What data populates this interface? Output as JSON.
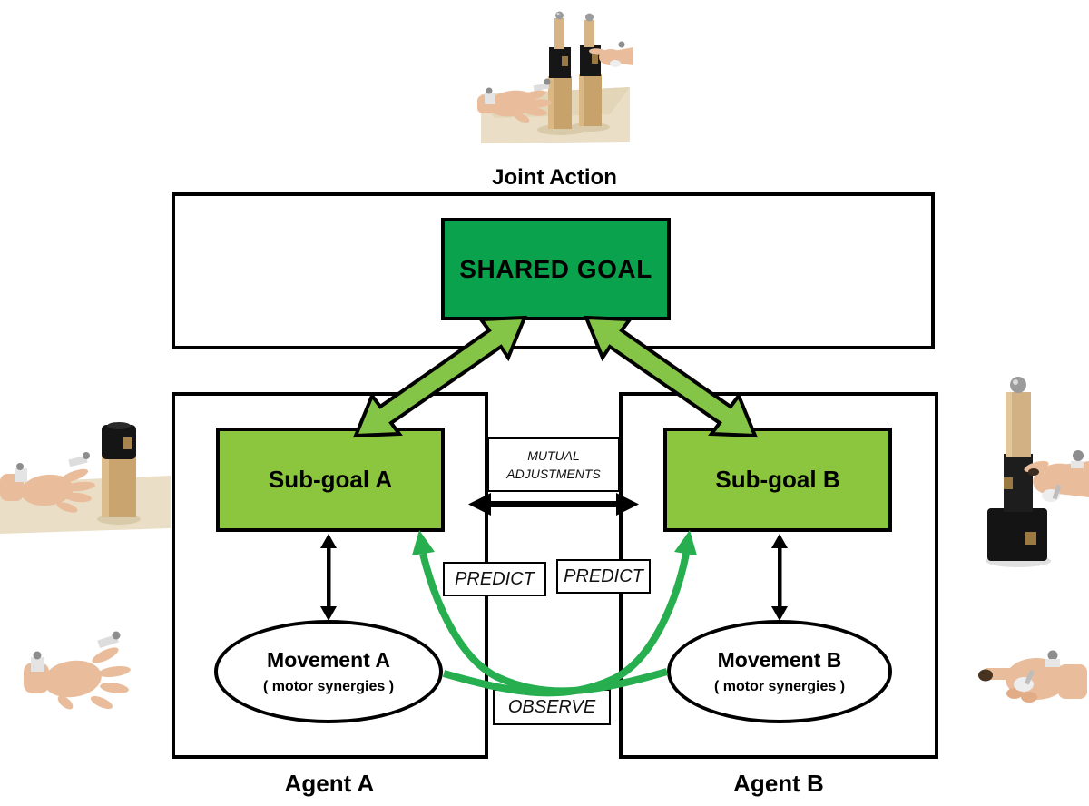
{
  "colors": {
    "shared-green": "#0ba24d",
    "sub-green": "#8cc63e",
    "big-arrow-green": "#84c447",
    "observe-green": "#27ae4e"
  },
  "top": {
    "label": "Joint Action"
  },
  "shared_goal": {
    "label": "SHARED GOAL"
  },
  "mutual": {
    "line1": "MUTUAL",
    "line2": "ADJUSTMENTS"
  },
  "predict_left": {
    "label": "PREDICT"
  },
  "predict_right": {
    "label": "PREDICT"
  },
  "observe": {
    "label": "OBSERVE"
  },
  "agent_a": {
    "label": "Agent A",
    "sub_goal": "Sub-goal A",
    "movement": "Movement A",
    "movement_note": "( motor synergies )"
  },
  "agent_b": {
    "label": "Agent B",
    "sub_goal": "Sub-goal B",
    "movement": "Movement B",
    "movement_note": "( motor synergies )"
  },
  "photos": {
    "top": "joint-action-two-hands-towers",
    "left_upper": "hand-reaching-cylinder",
    "left_lower": "open-hand-markers",
    "right_upper": "hand-pinching-tower",
    "right_lower": "hand-pointing-finger"
  }
}
